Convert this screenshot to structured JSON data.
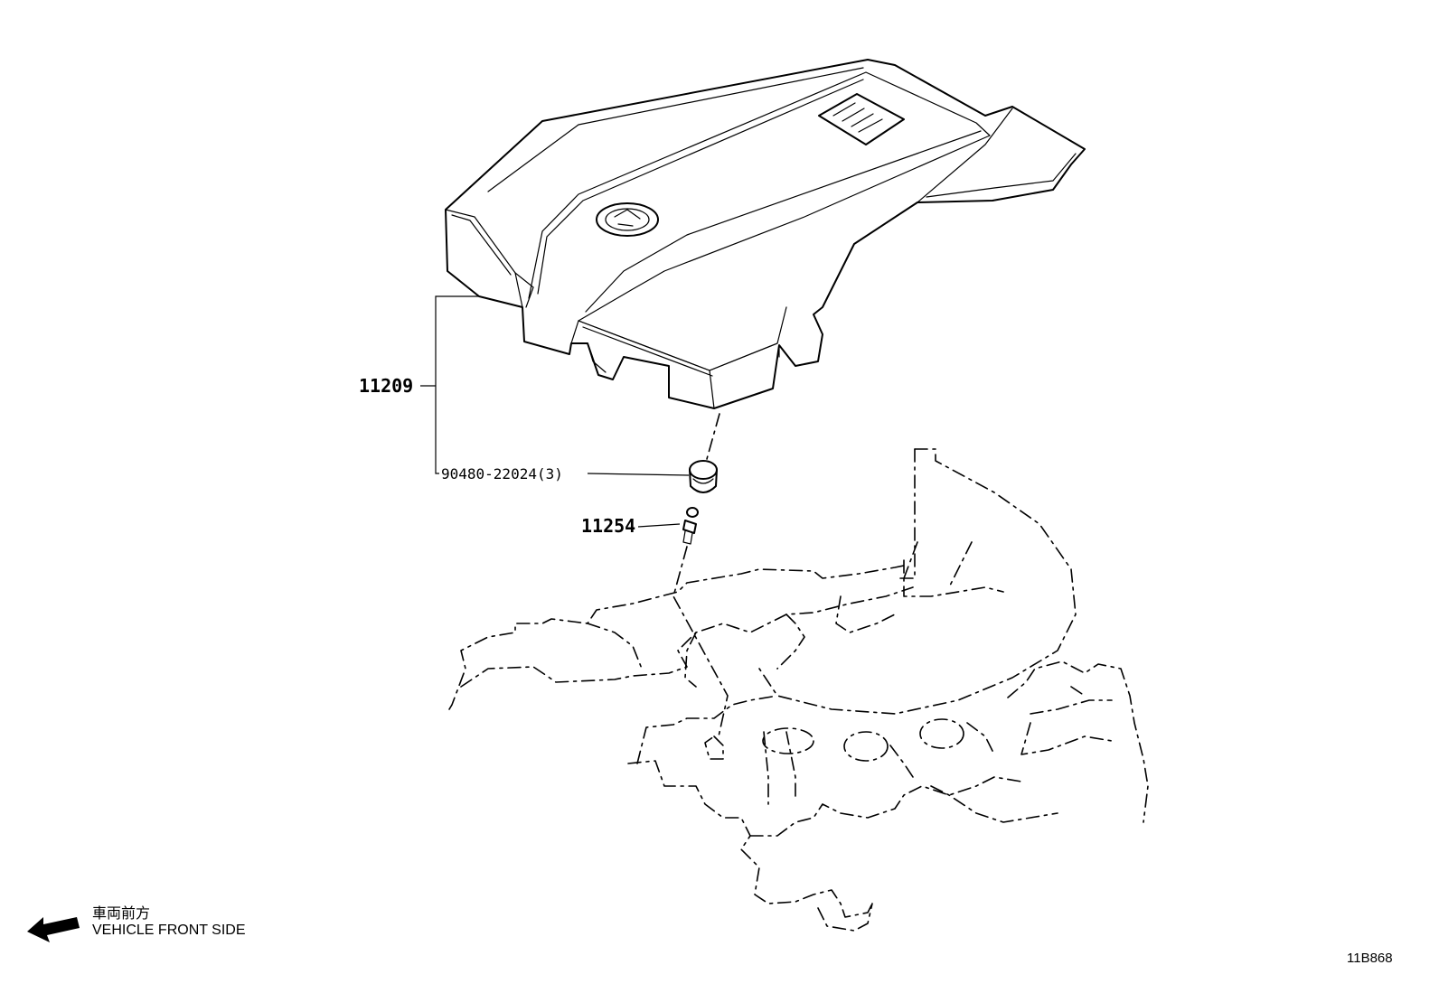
{
  "diagram": {
    "parts": [
      {
        "number": "11209"
      },
      {
        "number": "90480-22024(3)"
      },
      {
        "number": "11254"
      }
    ],
    "direction_indicator": {
      "label_jp": "車両前方",
      "label_en": "VEHICLE FRONT SIDE"
    },
    "illustration_code": "11B868"
  }
}
